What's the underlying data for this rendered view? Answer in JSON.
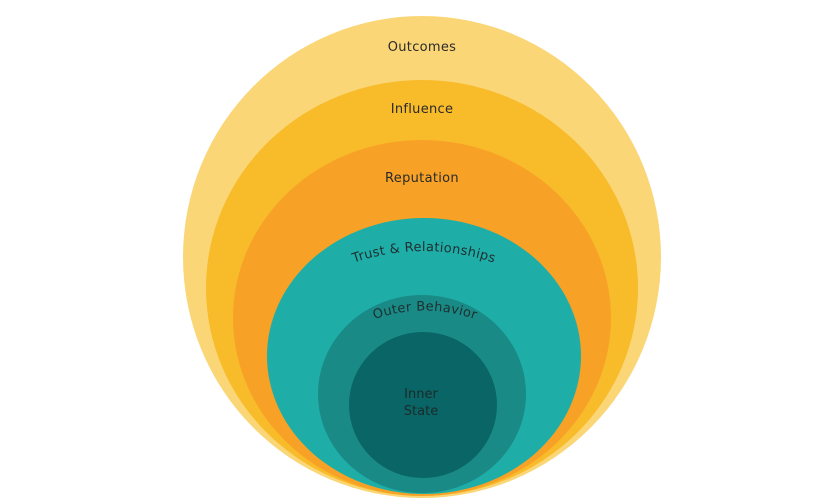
{
  "diagram": {
    "rings": [
      {
        "id": "outcomes",
        "label": "Outcomes",
        "color": "#FBD677"
      },
      {
        "id": "influence",
        "label": "Influence",
        "color": "#F8BB2A"
      },
      {
        "id": "reputation",
        "label": "Reputation",
        "color": "#F7A226"
      },
      {
        "id": "trust",
        "label": "Trust & Relationships",
        "color": "#1FADA7"
      },
      {
        "id": "outer-behavior",
        "label": "Outer Behavior",
        "color": "#198A86"
      },
      {
        "id": "inner-state",
        "label_line1": "Inner",
        "label_line2": "State",
        "color": "#0A6566"
      }
    ]
  }
}
